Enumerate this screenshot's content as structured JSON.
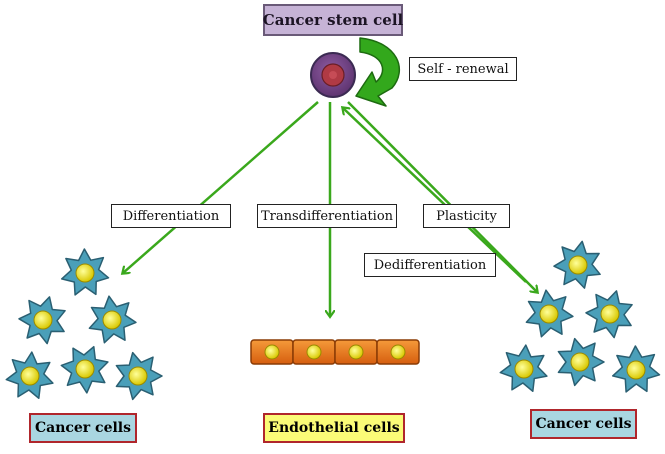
{
  "nodes": {
    "stem_cell": "Cancer stem cell",
    "self_renewal": "Self - renewal",
    "differentiation": "Differentiation",
    "transdifferentiation": "Transdifferentiation",
    "plasticity": "Plasticity",
    "dedifferentiation": "Dedifferentiation",
    "cancer_cells_left": "Cancer cells",
    "endothelial_cells": "Endothelial cells",
    "cancer_cells_right": "Cancer cells"
  },
  "colors": {
    "arrow": "#3aa81c",
    "renewal_arrow": "#33a81c",
    "stem_title_bg": "#c6b3d6",
    "stem_cell_outer": "#7b4a8e",
    "stem_nucleus": "#b03a44",
    "cancer_cell_body": "#4a9fb9",
    "cancer_cell_nucleus": "#ece620",
    "endothelial_body": "#e8711c",
    "endothelial_nucleus": "#f1e020",
    "caption_border": "#b0262c"
  },
  "icons": {
    "stem": "stem-cell-icon",
    "cancer": "cancer-cell-icon",
    "endothelial": "endothelial-cell-icon"
  }
}
